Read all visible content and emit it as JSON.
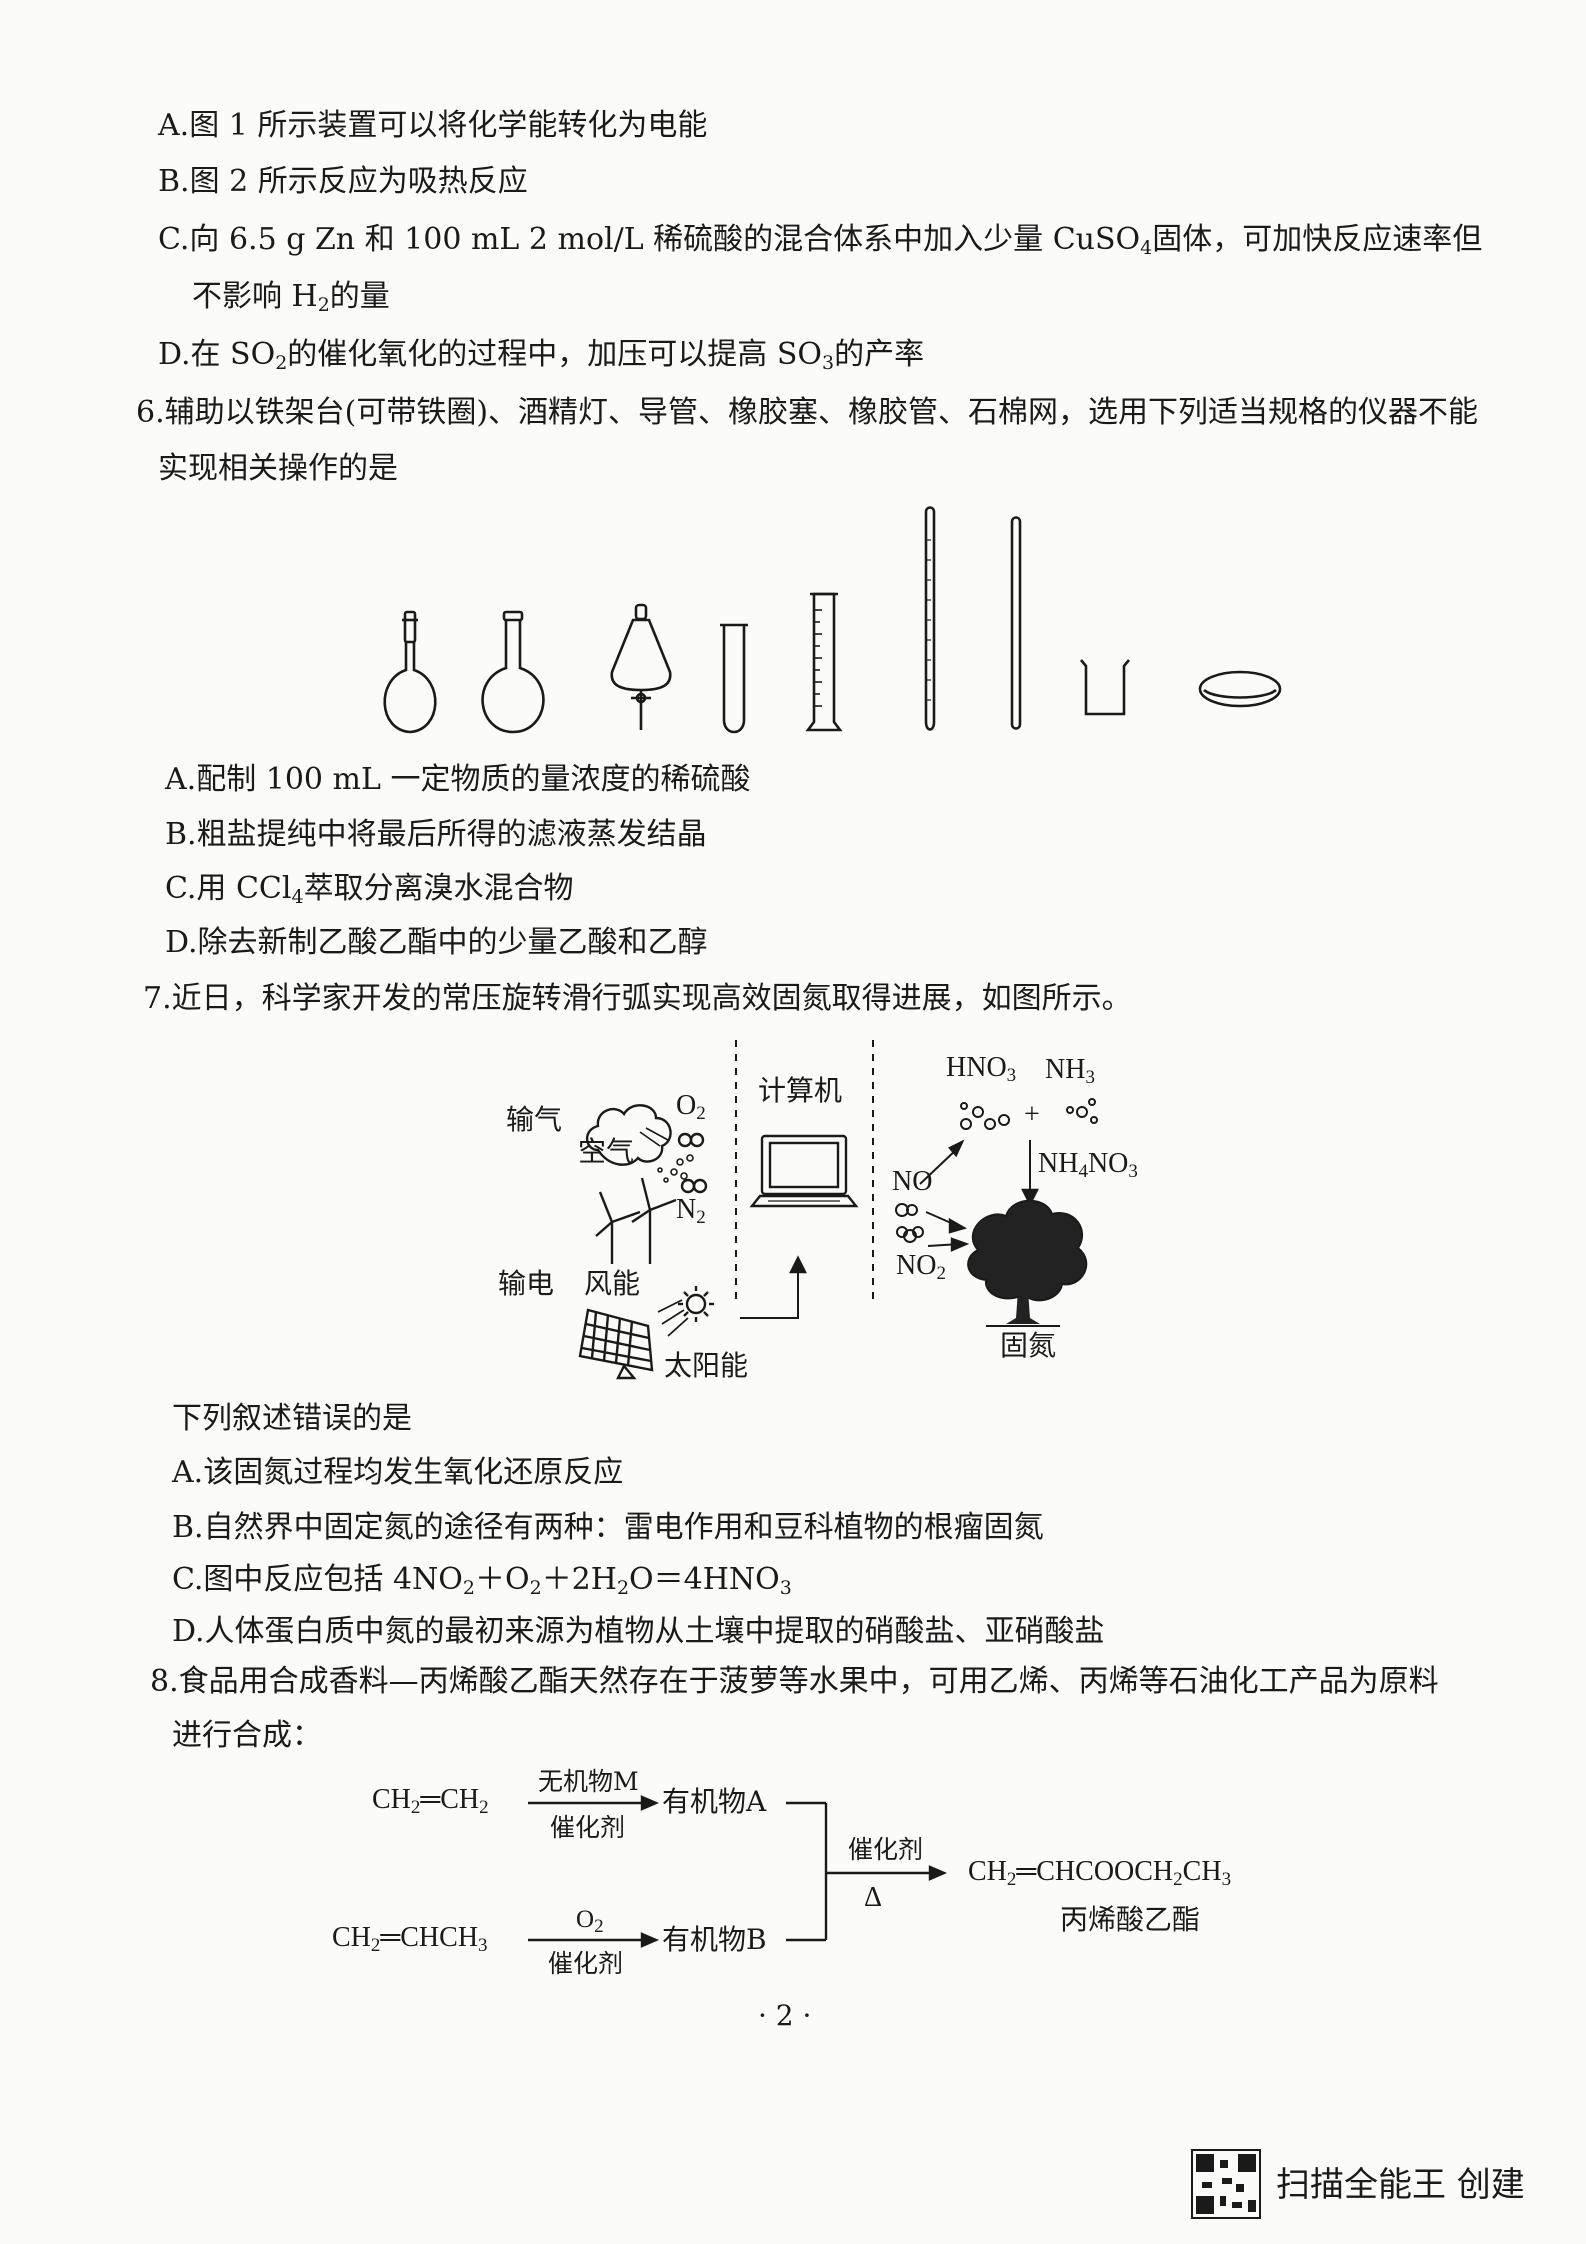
{
  "lines": {
    "q5a": "A.图 1 所示装置可以将化学能转化为电能",
    "q5b": "B.图 2 所示反应为吸热反应",
    "q5c_1": "C.向 6.5 g Zn 和 100 mL 2 mol/L 稀硫酸的混合体系中加入少量 CuSO",
    "q5c_1_sub": "4",
    "q5c_1_tail": "固体，可加快反应速率但",
    "q5c_2_a": "不影响 H",
    "q5c_2_sub": "2",
    "q5c_2_b": "的量",
    "q5d_a": "D.在 SO",
    "q5d_sub1": "2",
    "q5d_b": "的催化氧化的过程中，加压可以提高 SO",
    "q5d_sub2": "3",
    "q5d_c": "的产率",
    "q6_1": "6.辅助以铁架台(可带铁圈)、酒精灯、导管、橡胶塞、橡胶管、石棉网，选用下列适当规格的仪器不能",
    "q6_2": "实现相关操作的是",
    "q6a": "A.配制 100 mL 一定物质的量浓度的稀硫酸",
    "q6b": "B.粗盐提纯中将最后所得的滤液蒸发结晶",
    "q6c_a": "C.用 CCl",
    "q6c_sub": "4",
    "q6c_b": "萃取分离溴水混合物",
    "q6d": "D.除去新制乙酸乙酯中的少量乙酸和乙醇",
    "q7": "7.近日，科学家开发的常压旋转滑行弧实现高效固氮取得进展，如图所示。",
    "q7_ask": "下列叙述错误的是",
    "q7a": "A.该固氮过程均发生氧化还原反应",
    "q7b": "B.自然界中固定氮的途径有两种：雷电作用和豆科植物的根瘤固氮",
    "q7c_a": "C.图中反应包括 4NO",
    "q7c_s1": "2",
    "q7c_b": "＋O",
    "q7c_s2": "2",
    "q7c_c": "＋2H",
    "q7c_s3": "2",
    "q7c_d": "O＝4HNO",
    "q7c_s4": "3",
    "q7d": "D.人体蛋白质中氮的最初来源为植物从土壤中提取的硝酸盐、亚硝酸盐",
    "q8_1": "8.食品用合成香料—丙烯酸乙酯天然存在于菠萝等水果中，可用乙烯、丙烯等石油化工产品为原料",
    "q8_2": "进行合成：",
    "page_num": "· 2 ·",
    "watermark": "扫描全能王  创建"
  },
  "fig7": {
    "shuqi": "输气",
    "kongqi": "空气",
    "o2": "O",
    "o2_sub": "2",
    "n2": "N",
    "n2_sub": "2",
    "jisuanji": "计算机",
    "shudian": "输电",
    "fengneng": "风能",
    "taiyangneng": "太阳能",
    "hno3": "HNO",
    "hno3_sub": "3",
    "nh3": "NH",
    "nh3_sub": "3",
    "plus": "+",
    "nh4no3_a": "NH",
    "nh4no3_s1": "4",
    "nh4no3_b": "NO",
    "nh4no3_s2": "3",
    "no": "NO",
    "no2": "NO",
    "no2_sub": "2",
    "gudan": "固氮"
  },
  "fig8": {
    "ethylene": "CH",
    "eth_s1": "2",
    "eth_mid": "═CH",
    "eth_s2": "2",
    "m_label": "无机物M",
    "cat1": "催化剂",
    "org_a": "有机物A",
    "propylene_a": "CH",
    "pro_s1": "2",
    "propylene_b": "═CHCH",
    "pro_s2": "3",
    "o2": "O",
    "o2_sub": "2",
    "cat2": "催化剂",
    "org_b": "有机物B",
    "cat3": "催化剂",
    "delta": "Δ",
    "product_a": "CH",
    "prod_s1": "2",
    "product_b": "═CHCOOCH",
    "prod_s2": "2",
    "product_c": "CH",
    "prod_s3": "3",
    "product_name": "丙烯酸乙酯"
  }
}
